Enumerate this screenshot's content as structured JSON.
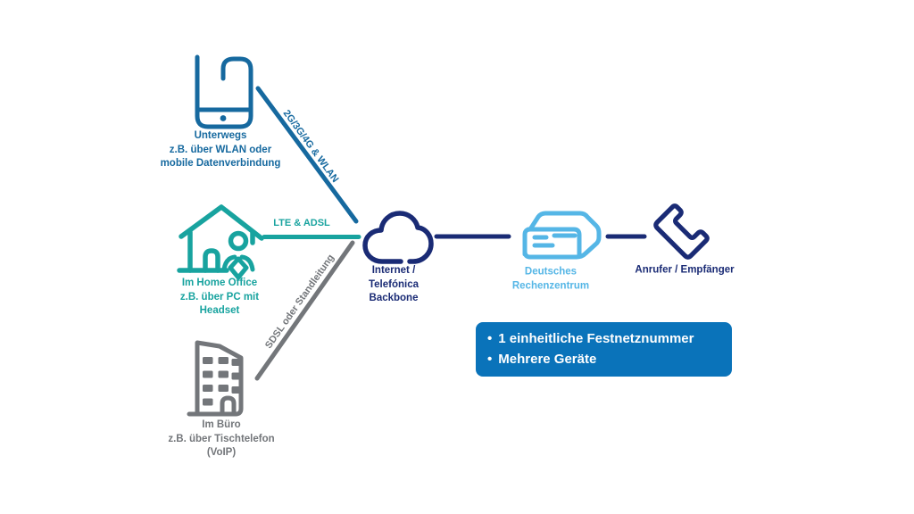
{
  "colors": {
    "blue": "#16699f",
    "teal": "#18a39f",
    "gray": "#73767a",
    "navy": "#1a2b75",
    "lightblue": "#55b6e6",
    "box": "#0a73ba"
  },
  "nodes": {
    "mobile": {
      "icon": "smartphone-icon",
      "lines": [
        "Unterwegs",
        "z.B. über WLAN oder",
        "mobile Datenverbindung"
      ]
    },
    "home_office": {
      "icon": "house-with-person-icon",
      "lines": [
        "Im Home Office",
        "z.B. über PC mit",
        "Headset"
      ]
    },
    "office": {
      "icon": "office-building-icon",
      "lines": [
        "Im Büro",
        "z.B. über Tischtelefon",
        "(VoIP)"
      ]
    },
    "backbone": {
      "icon": "cloud-icon",
      "lines": [
        "Internet /",
        "Telefónica",
        "Backbone"
      ]
    },
    "datacenter": {
      "icon": "server-icon",
      "lines": [
        "Deutsches",
        "Rechenzentrum"
      ]
    },
    "caller": {
      "icon": "phone-handset-icon",
      "lines": [
        "Anrufer / Empfänger"
      ]
    }
  },
  "connections": {
    "mobile_backbone": {
      "label": "2G/3G/4G & WLAN"
    },
    "home_backbone": {
      "label": "LTE & ADSL"
    },
    "office_backbone": {
      "label": "SDSL oder Standleitung"
    }
  },
  "infobox": {
    "bullet": "•",
    "items": [
      "1 einheitliche Festnetznummer",
      "Mehrere Geräte"
    ]
  }
}
